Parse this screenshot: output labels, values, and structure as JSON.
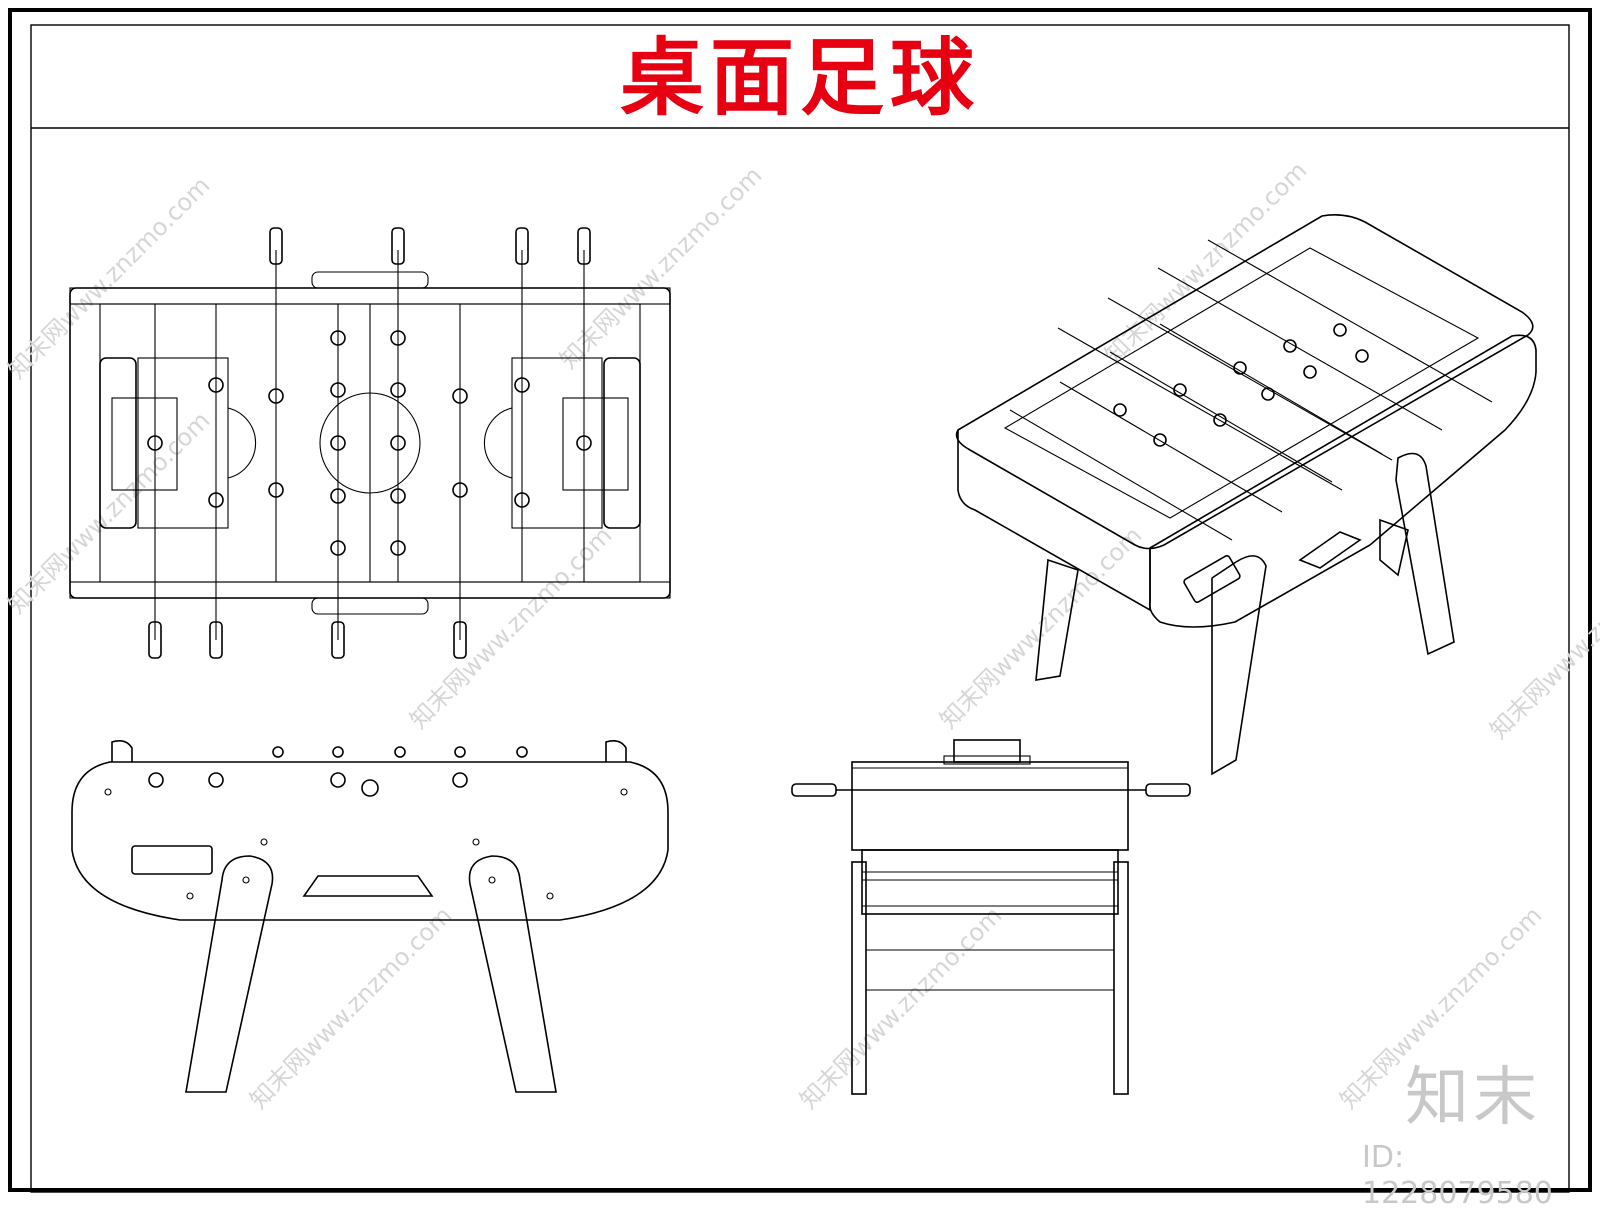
{
  "title": "桌面足球",
  "watermark": "知末网www.znzmo.com",
  "brand": "知末",
  "id_label": "ID: 1228079580",
  "colors": {
    "title": "#e60012",
    "line": "#000000",
    "watermark": "#d6d6d6"
  }
}
